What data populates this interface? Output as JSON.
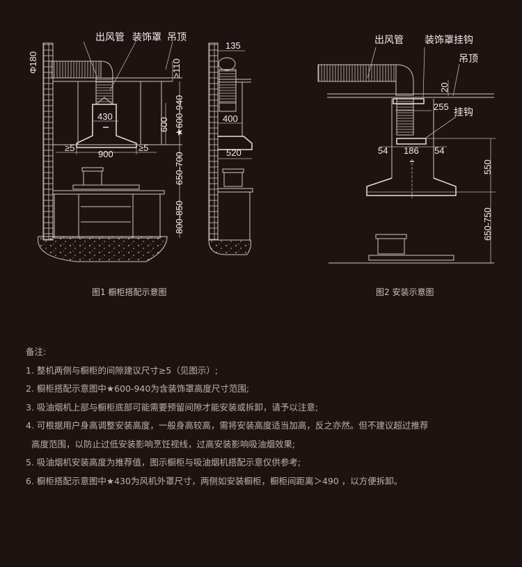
{
  "figure1": {
    "labels": {
      "duct": "出风管",
      "cover": "装饰罩",
      "ceiling": "吊顶"
    },
    "dims": {
      "duct_dia": "Φ180",
      "gap_top": "≥110",
      "cover_range": "★600-940",
      "hood_height": "600",
      "width_430": "430",
      "width_900": "900",
      "side_gap_left": "≥5",
      "side_gap_right": "≥5",
      "hob_gap": "650-700",
      "counter_height": "800-850",
      "side_135": "135",
      "side_400": "400",
      "side_520": "520"
    },
    "caption": "图1 橱柜搭配示意图"
  },
  "figure2": {
    "labels": {
      "duct": "出风管",
      "cover_hook": "装饰罩挂钩",
      "ceiling": "吊顶",
      "hook": "挂钩"
    },
    "dims": {
      "d20": "20",
      "d255": "255",
      "d54_left": "54",
      "d186": "186",
      "d54_right": "54",
      "d550": "550",
      "d650_750": "650-750"
    },
    "caption": "图2 安装示意图"
  },
  "notes": {
    "title": "备注:",
    "items": [
      "1. 整机两侧与橱柜的间隙建议尺寸≥5（见图示）;",
      "2. 橱柜搭配示意图中★600-940为含装饰罩高度尺寸范围;",
      "3. 吸油烟机上部与橱柜底部可能需要预留间隙才能安装或拆卸，请予以注意;",
      "4. 可根据用户身高调整安装高度，一般身高较高，需将安装高度适当加高，反之亦然。但不建议超过推荐",
      "高度范围，以防止过低安装影响烹饪视线，过高安装影响吸油烟效果;",
      "5. 吸油烟机安装高度为推荐值，图示橱柜与吸油烟机搭配示意仅供参考;",
      "6. 橱柜搭配示意图中★430为风机外罩尺寸，两侧如安装橱柜，橱柜间距离＞490 ，以方便拆卸。"
    ]
  }
}
